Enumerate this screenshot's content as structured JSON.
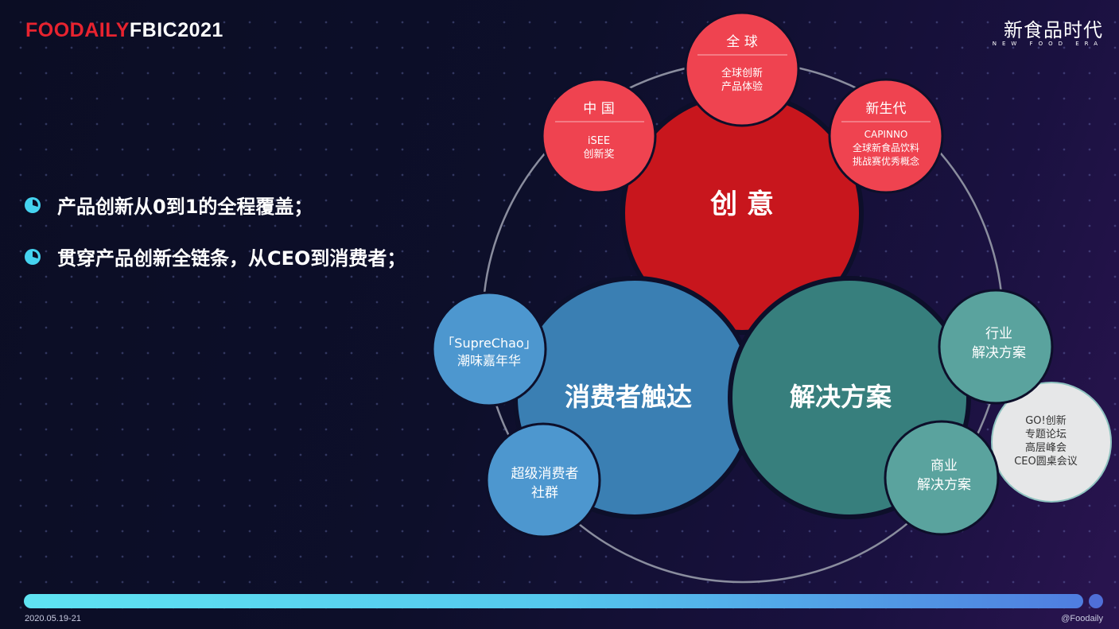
{
  "brand": {
    "left_red": "FOODAILY",
    "left_white": "FBIC2021",
    "right_cn": "新食品时代",
    "right_en": "NEW FOOD ERA"
  },
  "bullets": [
    "产品创新从0到1的全程覆盖；",
    "贯穿产品创新全链条，从CEO到消费者；"
  ],
  "center": {
    "creativity": "创 意",
    "consumer_reach": "消费者触达",
    "solutions": "解决方案"
  },
  "satellites": {
    "global_title": "全 球",
    "global_line1": "全球创新",
    "global_line2": "产品体验",
    "china_title": "中 国",
    "china_line1": "iSEE",
    "china_line2": "创新奖",
    "newgen_title": "新生代",
    "newgen_line1": "CAPINNO",
    "newgen_line2": "全球新食品饮料",
    "newgen_line3": "挑战赛优秀概念",
    "suprechao_line1": "「SupreChao」",
    "suprechao_line2": "潮味嘉年华",
    "community_line1": "超级消费者",
    "community_line2": "社群",
    "industry_line1": "行业",
    "industry_line2": "解决方案",
    "business_line1": "商业",
    "business_line2": "解决方案",
    "go_line1": "GO!创新",
    "go_line2": "专题论坛",
    "go_line3": "高层峰会",
    "go_line4": "CEO圆桌会议"
  },
  "colors": {
    "red_main": "#c8161d",
    "red_satellite": "#ef4350",
    "blue_main": "#3a7fb3",
    "blue_satellite": "#4d97cf",
    "teal_main": "#377f7d",
    "teal_satellite": "#5aa39e",
    "grey_satellite": "#e6e7e8",
    "bullet_accent": "#45d3f0"
  },
  "footer": {
    "date": "2020.05.19-21",
    "handle": "@Foodaily"
  }
}
